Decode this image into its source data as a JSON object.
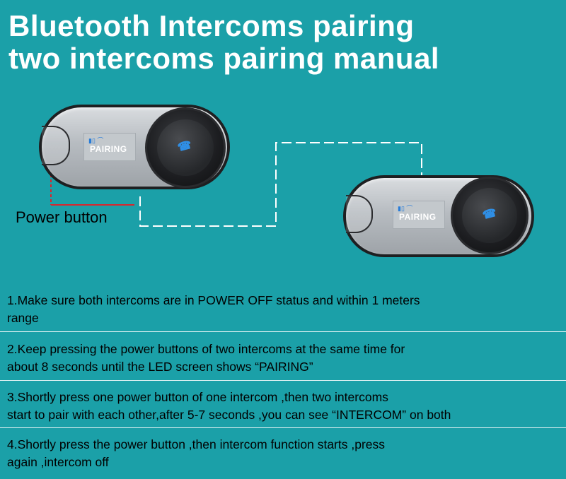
{
  "header": {
    "line1": "Bluetooth Intercoms pairing",
    "line2": "two intercoms pairing manual"
  },
  "diagram": {
    "device_screen_text": "PAIRING",
    "power_button_label": "Power button"
  },
  "steps": [
    {
      "line1": "1.Make sure both intercoms are in POWER OFF status and within 1 meters",
      "line2": "range"
    },
    {
      "line1": "2.Keep pressing the power buttons of two intercoms at the same time for",
      "line2": "about 8 seconds until the LED screen shows “PAIRING”"
    },
    {
      "line1": "3.Shortly press one power button of one intercom ,then two intercoms",
      "line2": "start to pair with each other,after 5-7 seconds ,you can see “INTERCOM” on both"
    },
    {
      "line1": "4.Shortly press the power button ,then intercom function starts ,press",
      "line2": "again ,intercom off"
    }
  ],
  "colors": {
    "background": "#1ba0a8",
    "title_text": "#ffffff",
    "separator": "#e6f4f5",
    "leader_line": "#d8262d",
    "accent_blue": "#2f8fe6"
  },
  "icons": [
    "battery-icon",
    "headset-icon",
    "phone-icon"
  ]
}
